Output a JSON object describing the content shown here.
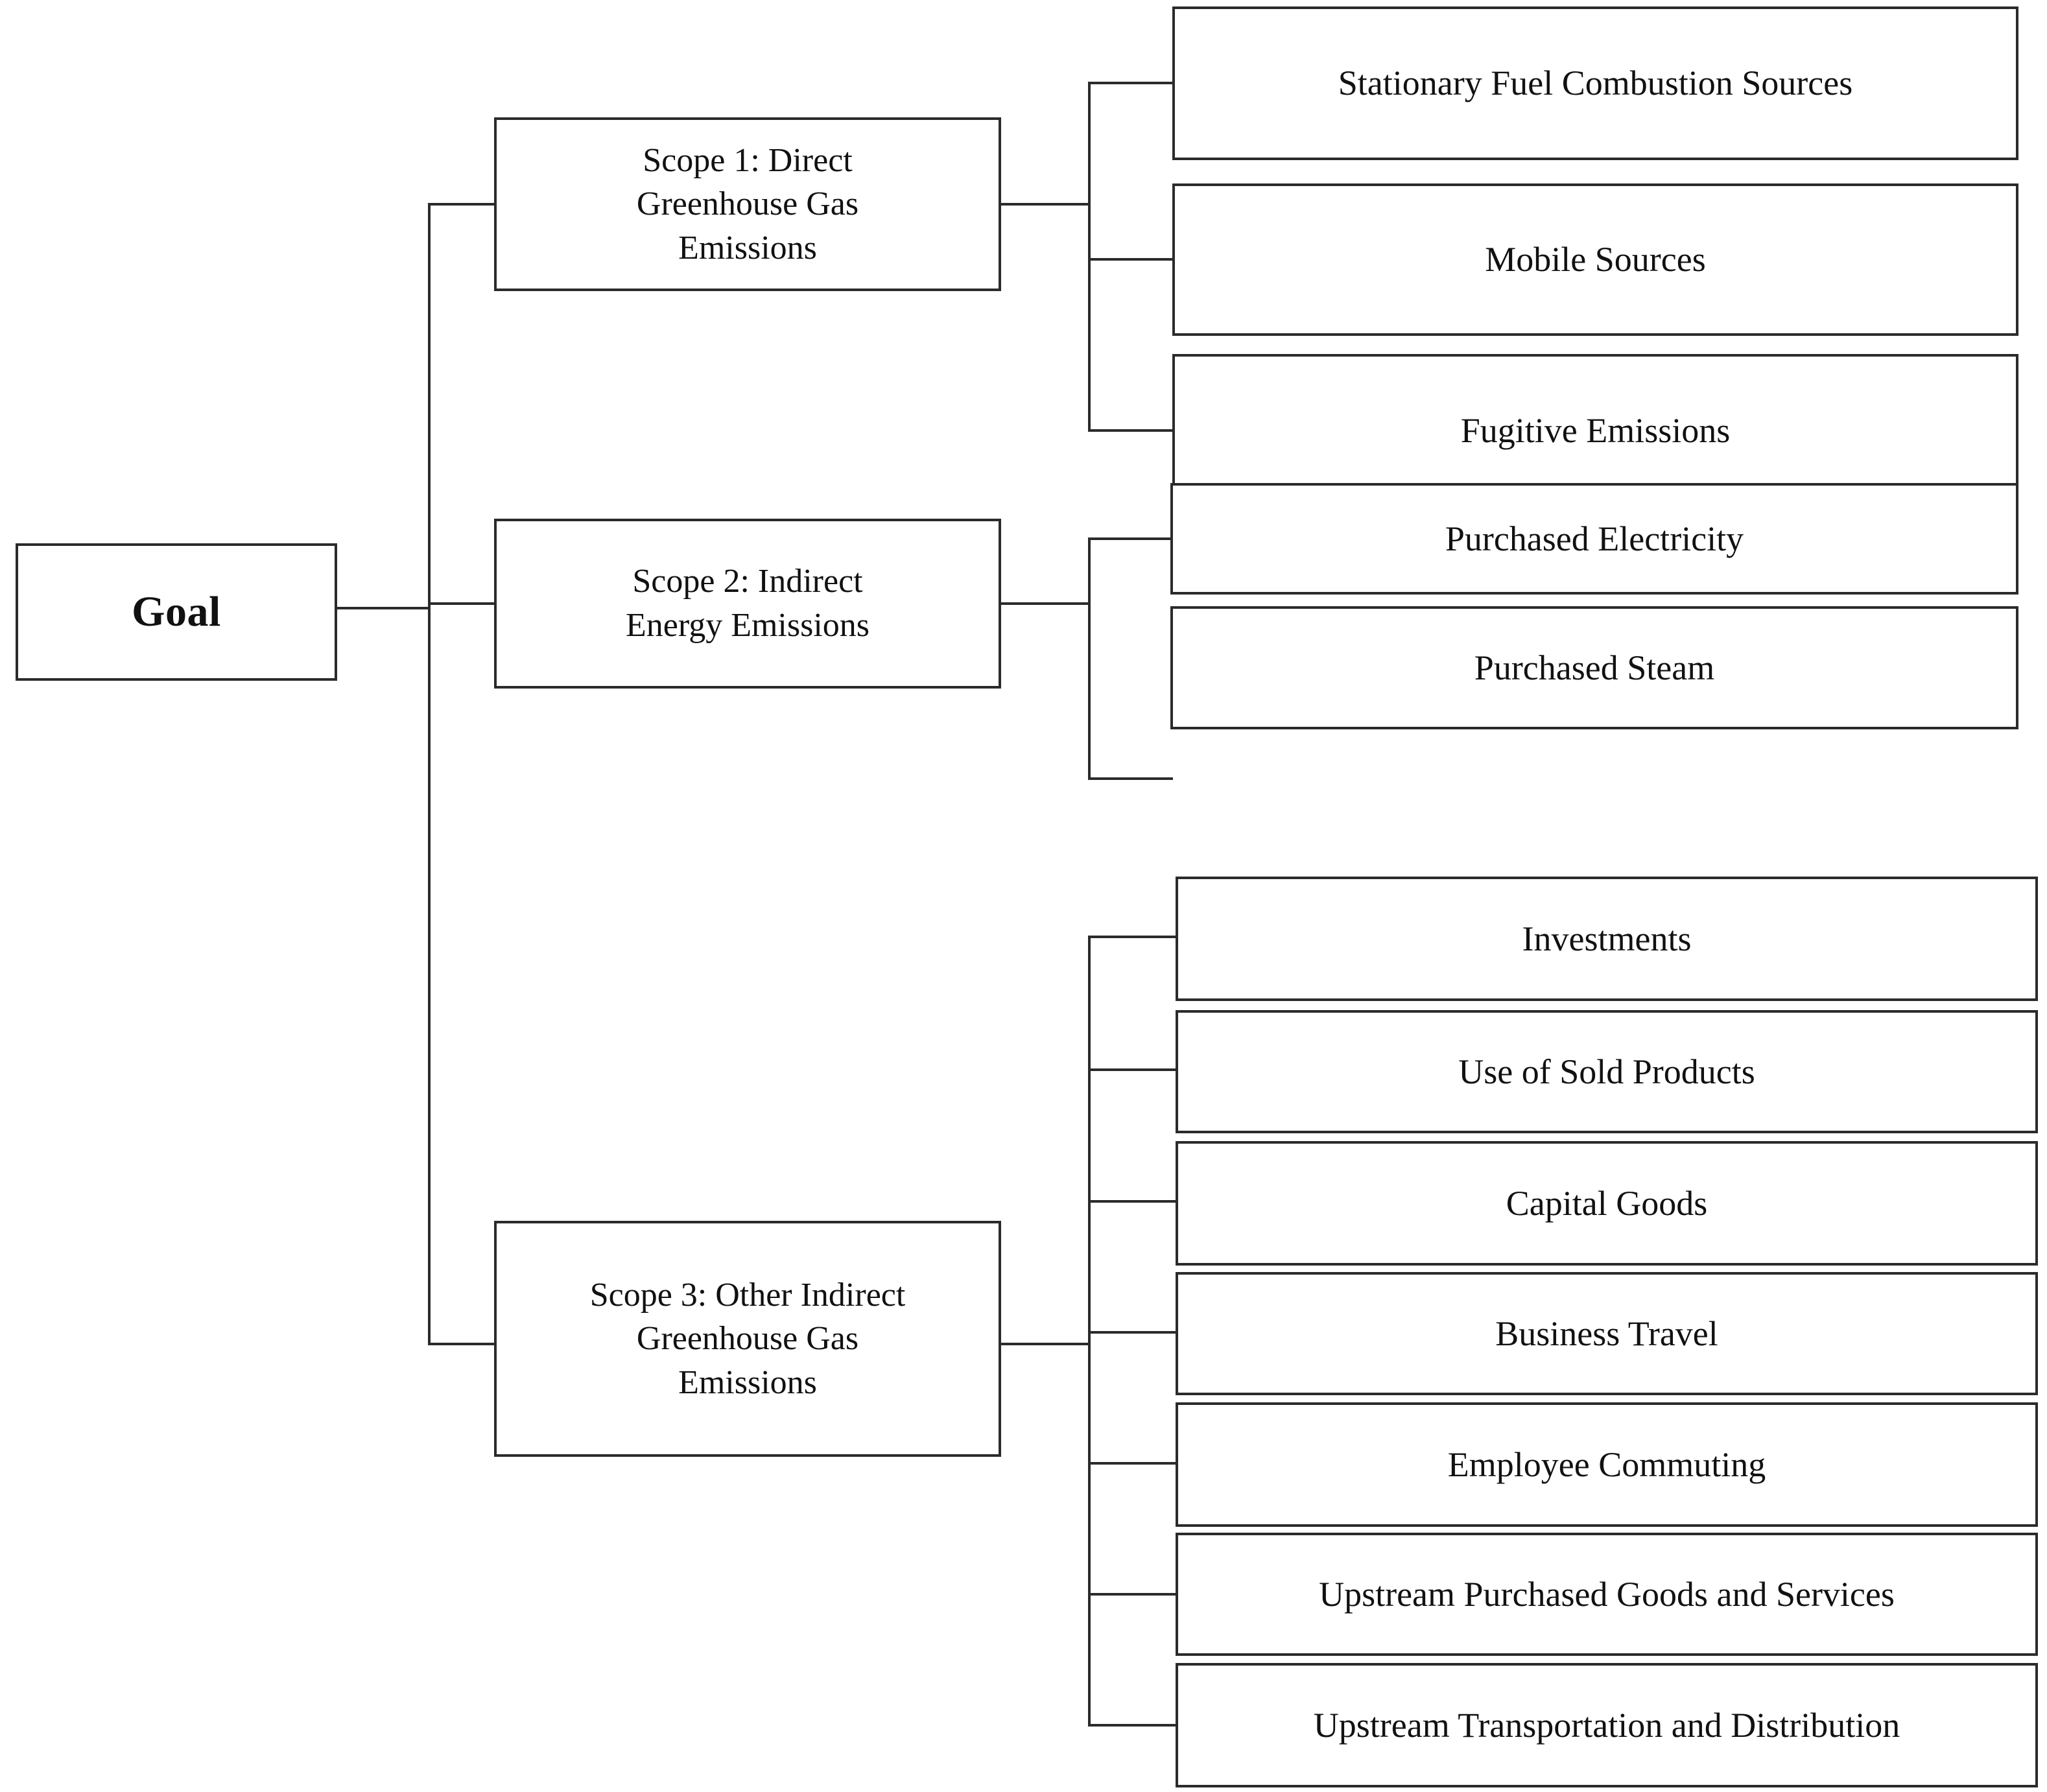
{
  "diagram": {
    "type": "hierarchy-tree",
    "orientation": "left-to-right",
    "root": {
      "label": "Goal"
    },
    "scopes": [
      {
        "id": "scope1",
        "label": "Scope 1: Direct\nGreenhouse Gas\nEmissions",
        "children": [
          {
            "label": "Stationary Fuel Combustion Sources"
          },
          {
            "label": "Mobile Sources"
          },
          {
            "label": "Fugitive Emissions"
          }
        ]
      },
      {
        "id": "scope2",
        "label": "Scope 2: Indirect\nEnergy Emissions",
        "children": [
          {
            "label": "Purchased Electricity"
          },
          {
            "label": "Purchased Steam"
          }
        ]
      },
      {
        "id": "scope3",
        "label": "Scope 3: Other Indirect\nGreenhouse Gas\nEmissions",
        "children": [
          {
            "label": "Investments"
          },
          {
            "label": "Use of Sold Products"
          },
          {
            "label": "Capital Goods"
          },
          {
            "label": "Business Travel"
          },
          {
            "label": "Employee Commuting"
          },
          {
            "label": "Upstream Purchased Goods and Services"
          },
          {
            "label": "Upstream Transportation and Distribution"
          }
        ]
      }
    ],
    "style": {
      "border_color": "#2b2b2b",
      "background_color": "#ffffff",
      "text_color": "#111111",
      "connector_color": "#2b2b2b"
    }
  }
}
